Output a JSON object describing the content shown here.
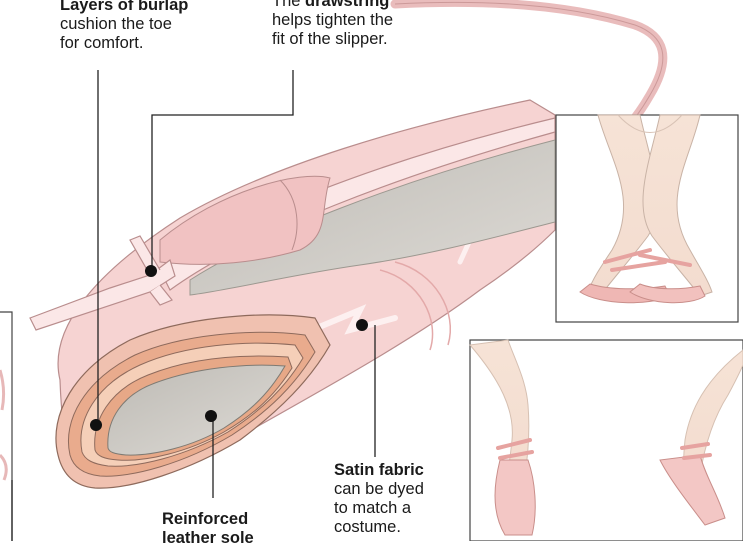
{
  "annotations": {
    "burlap": {
      "bold": "Layers of burlap",
      "lines": [
        "cushion the toe",
        "for comfort."
      ]
    },
    "drawstring": {
      "prefix": "The ",
      "bold": "drawstring",
      "lines": [
        "helps tighten the",
        "fit of the slipper."
      ]
    },
    "satin": {
      "bold": "Satin fabric",
      "lines": [
        "can be dyed",
        "to match a",
        "costume."
      ]
    },
    "sole": {
      "bold_lines": [
        "Reinforced",
        "leather sole"
      ]
    }
  },
  "colors": {
    "satin_pink": "#f6d3d2",
    "satin_dark": "#e7aeae",
    "inner_grey": "#c9c6c2",
    "burlap_tan": "#e0a27f",
    "leader_line": "#222222"
  }
}
